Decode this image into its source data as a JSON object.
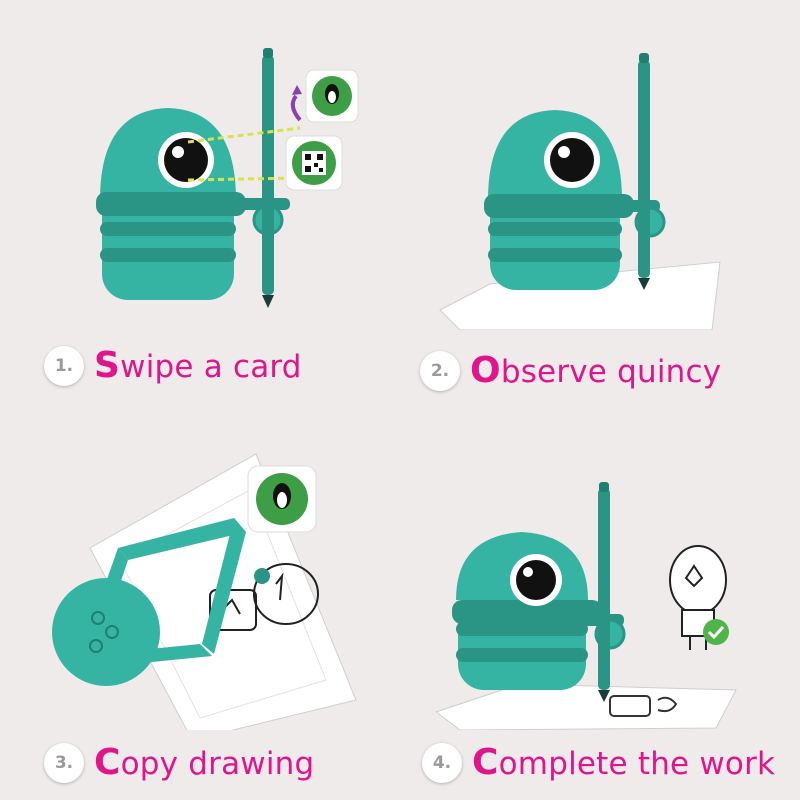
{
  "colors": {
    "accent": "#e0158c",
    "robot": "#36b4a3",
    "robot_dark": "#2a9485",
    "card_green": "#3e9e46"
  },
  "steps": [
    {
      "number": "1.",
      "title_first": "S",
      "title_rest": "wipe a card"
    },
    {
      "number": "2.",
      "title_first": "O",
      "title_rest": "bserve quincy"
    },
    {
      "number": "3.",
      "title_first": "C",
      "title_rest": "opy drawing"
    },
    {
      "number": "4.",
      "title_first": "C",
      "title_rest": "omplete the work"
    }
  ],
  "icons": [
    "robot-illustration",
    "pen-icon",
    "penguin-card-icon",
    "qr-card-icon",
    "checkmark-icon",
    "paper-sheet"
  ]
}
